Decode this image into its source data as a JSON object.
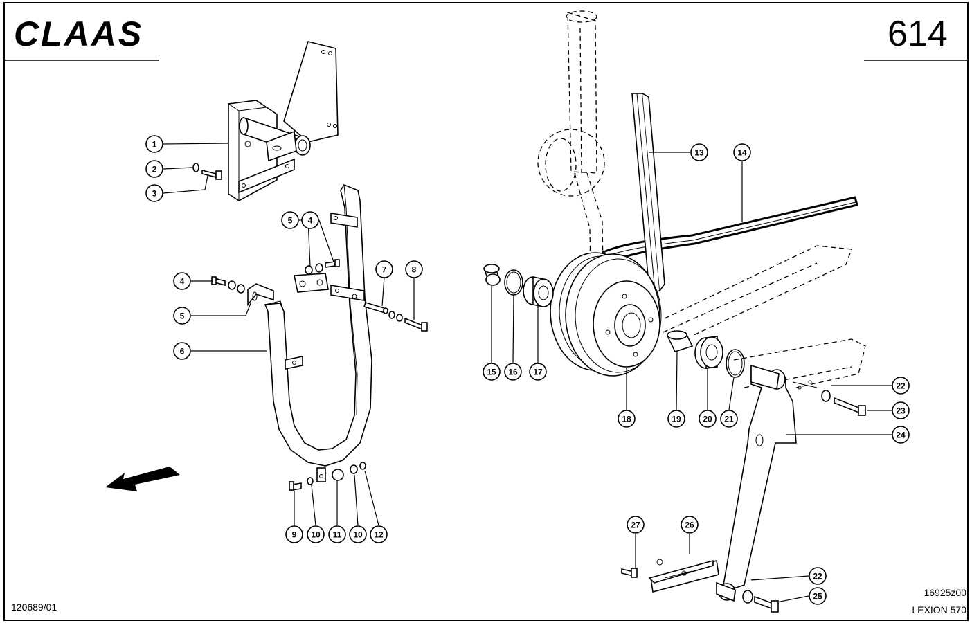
{
  "header": {
    "brand": "CLAAS",
    "page_number": "614"
  },
  "footer": {
    "drawing_number_left": "120689/01",
    "drawing_number_right": "16925z00",
    "model": "LEXION 570"
  },
  "callouts": [
    {
      "id": "c1",
      "label": "1"
    },
    {
      "id": "c2",
      "label": "2"
    },
    {
      "id": "c3",
      "label": "3"
    },
    {
      "id": "c4a",
      "label": "4"
    },
    {
      "id": "c4b",
      "label": "4"
    },
    {
      "id": "c5a",
      "label": "5"
    },
    {
      "id": "c5b",
      "label": "5"
    },
    {
      "id": "c6",
      "label": "6"
    },
    {
      "id": "c7",
      "label": "7"
    },
    {
      "id": "c8",
      "label": "8"
    },
    {
      "id": "c9",
      "label": "9"
    },
    {
      "id": "c10a",
      "label": "10"
    },
    {
      "id": "c11",
      "label": "11"
    },
    {
      "id": "c10b",
      "label": "10"
    },
    {
      "id": "c12",
      "label": "12"
    },
    {
      "id": "c13",
      "label": "13"
    },
    {
      "id": "c14",
      "label": "14"
    },
    {
      "id": "c15",
      "label": "15"
    },
    {
      "id": "c16",
      "label": "16"
    },
    {
      "id": "c17",
      "label": "17"
    },
    {
      "id": "c18",
      "label": "18"
    },
    {
      "id": "c19",
      "label": "19"
    },
    {
      "id": "c20",
      "label": "20"
    },
    {
      "id": "c21",
      "label": "21"
    },
    {
      "id": "c22a",
      "label": "22"
    },
    {
      "id": "c23",
      "label": "23"
    },
    {
      "id": "c24",
      "label": "24"
    },
    {
      "id": "c22b",
      "label": "22"
    },
    {
      "id": "c25",
      "label": "25"
    },
    {
      "id": "c26",
      "label": "26"
    },
    {
      "id": "c27",
      "label": "27"
    }
  ]
}
